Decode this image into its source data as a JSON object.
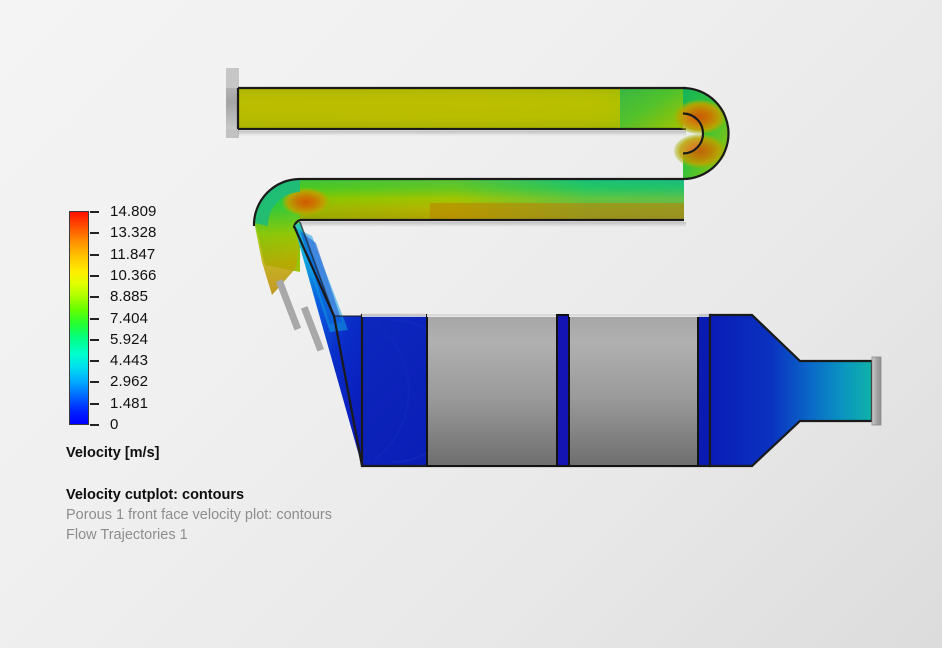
{
  "scene": {
    "background_top_left": "#f4f4f4",
    "background_bottom_right": "#dcdcdc"
  },
  "legend": {
    "title": "Velocity [m/s]",
    "colormap": "rainbow",
    "unit": "m/s",
    "max_value": "14.809",
    "min_value": "0",
    "ticks": [
      {
        "label": "14.809",
        "value": 14.809
      },
      {
        "label": "13.328",
        "value": 13.328
      },
      {
        "label": "11.847",
        "value": 11.847
      },
      {
        "label": "10.366",
        "value": 10.366
      },
      {
        "label": "8.885",
        "value": 8.885
      },
      {
        "label": "7.404",
        "value": 7.404
      },
      {
        "label": "5.924",
        "value": 5.924
      },
      {
        "label": "4.443",
        "value": 4.443
      },
      {
        "label": "2.962",
        "value": 2.962
      },
      {
        "label": "1.481",
        "value": 1.481
      },
      {
        "label": "0",
        "value": 0
      }
    ]
  },
  "captions": {
    "items": [
      {
        "label": "Velocity cutplot: contours",
        "state": "active"
      },
      {
        "label": "Porous 1 front face velocity plot: contours",
        "state": "muted"
      },
      {
        "label": "Flow Trajectories 1",
        "state": "muted"
      }
    ]
  },
  "model": {
    "name": "muffler-velocity-cutplot",
    "components": [
      {
        "name": "inlet-flange",
        "color": "#b4b4b4"
      },
      {
        "name": "inlet-pipe",
        "velocity_band": "10.4"
      },
      {
        "name": "u-bend",
        "velocity_band": "14.8"
      },
      {
        "name": "return-pipe",
        "velocity_band": "9.5"
      },
      {
        "name": "expansion-cone",
        "velocity_band": "2.0"
      },
      {
        "name": "porous-block-1",
        "color": "#9a9a9a"
      },
      {
        "name": "porous-block-2",
        "color": "#9a9a9a"
      },
      {
        "name": "chamber-divider",
        "color": "#1414b4"
      },
      {
        "name": "outlet-cone",
        "velocity_band": "4.4"
      },
      {
        "name": "outlet-flange",
        "color": "#b4b4b4"
      },
      {
        "name": "flow-trajectory-1",
        "color": "#a8a8a8"
      },
      {
        "name": "flow-trajectory-2",
        "color": "#a8a8a8"
      }
    ]
  }
}
